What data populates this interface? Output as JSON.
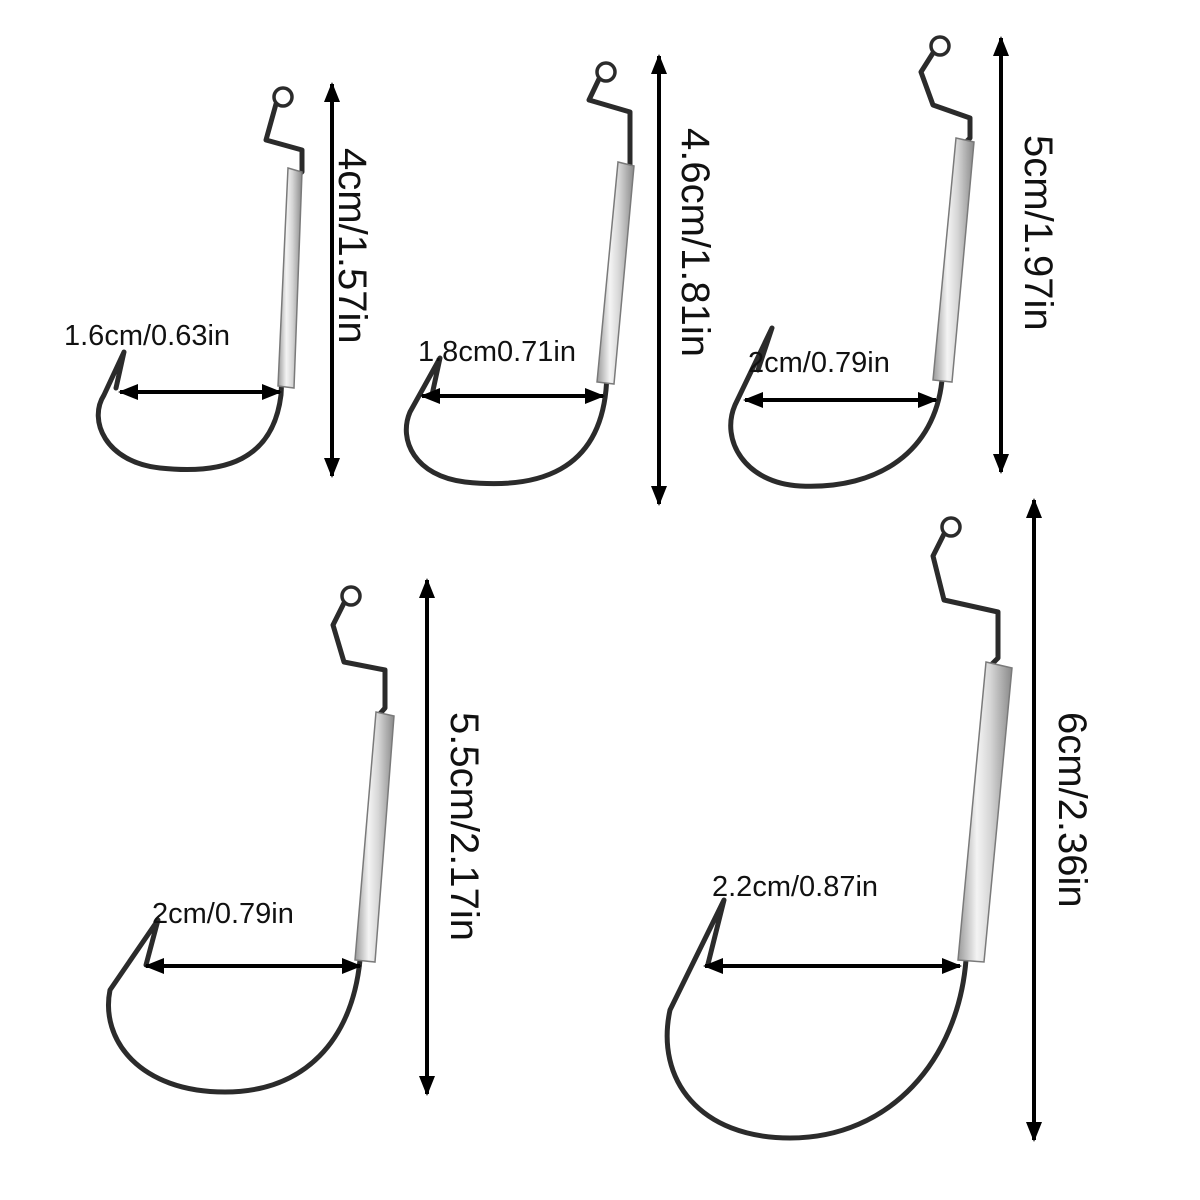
{
  "colors": {
    "background": "#ffffff",
    "arrow": "#000000",
    "text": "#111111",
    "hook_wire": "#2b2b2b",
    "hook_wire_highlight": "#9a9a9a",
    "weight_light": "#f2f2f2",
    "weight_mid": "#cfcfcf",
    "weight_dark": "#8f8f8f"
  },
  "hooks": [
    {
      "id": "hook-1",
      "length_label": "4cm/1.57in",
      "gap_label": "1.6cm/0.63in"
    },
    {
      "id": "hook-2",
      "length_label": "4.6cm/1.81in",
      "gap_label": "1.8cm0.71in"
    },
    {
      "id": "hook-3",
      "length_label": "5cm/1.97in",
      "gap_label": "2cm/0.79in"
    },
    {
      "id": "hook-4",
      "length_label": "5.5cm/2.17in",
      "gap_label": "2cm/0.79in"
    },
    {
      "id": "hook-5",
      "length_label": "6cm/2.36in",
      "gap_label": "2.2cm/0.87in"
    }
  ]
}
